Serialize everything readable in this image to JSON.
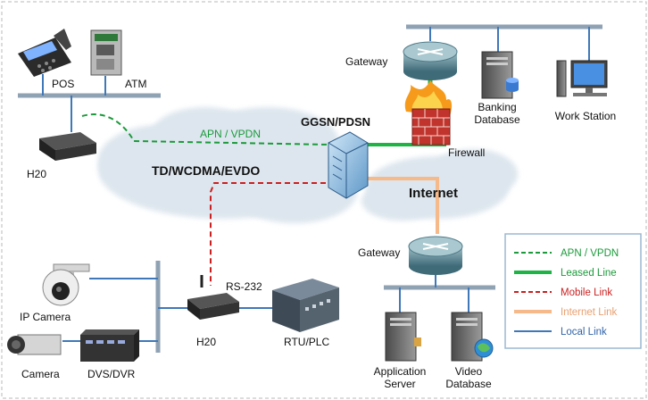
{
  "labels": {
    "gateway_top": "Gateway",
    "banking_db": [
      "Banking",
      "Database"
    ],
    "work_station": "Work Station",
    "pos": "POS",
    "atm": "ATM",
    "h20_top": "H20",
    "apn_vpdn": "APN / VPDN",
    "ggsn": "GGSN/PDSN",
    "firewall": "Firewall",
    "td_network": "TD/WCDMA/EVDO",
    "internet": "Internet",
    "gateway_bottom": "Gateway",
    "rs232": "RS-232",
    "ip_camera": "IP Camera",
    "camera": "Camera",
    "dvs_dvr": "DVS/DVR",
    "h20_bottom": "H20",
    "rtu_plc": "RTU/PLC",
    "app_server": [
      "Application",
      "Server"
    ],
    "video_db": [
      "Video",
      "Database"
    ]
  },
  "legend": [
    {
      "label": "APN / VPDN",
      "color": "#1a9a3a",
      "style": "dashed",
      "text_color": "#1a9a3a"
    },
    {
      "label": "Leased Line",
      "color": "#1db345",
      "style": "solid-thick",
      "text_color": "#1a9a3a"
    },
    {
      "label": "Mobile Link",
      "color": "#cc1f1f",
      "style": "dashed",
      "text_color": "#cc1f1f"
    },
    {
      "label": "Internet Link",
      "color": "#f6b98a",
      "style": "solid-thick",
      "text_color": "#e8a070"
    },
    {
      "label": "Local Link",
      "color": "#3f78b8",
      "style": "solid",
      "text_color": "#2f64a8"
    }
  ],
  "colors": {
    "apn": "#1a9a3a",
    "leased": "#1db345",
    "mobile": "#cc1f1f",
    "internet": "#f6b98a",
    "local": "#3f78b8",
    "bus": "#8fa2b4",
    "cloud": "#dde6ee"
  }
}
